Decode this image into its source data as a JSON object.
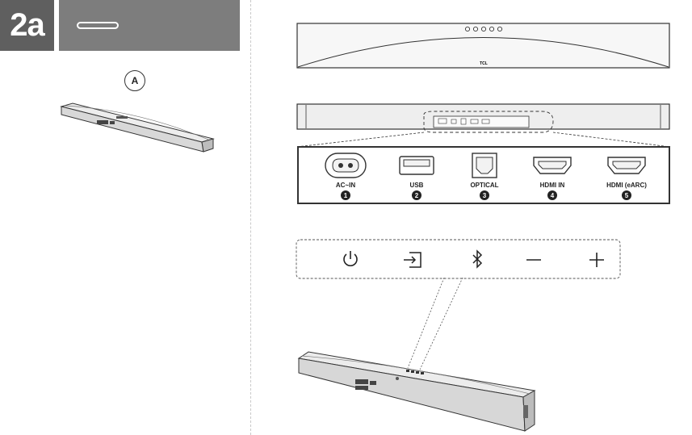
{
  "header": {
    "step": "2a"
  },
  "callout": {
    "label": "A"
  },
  "soundbar": {
    "brand": "TCL"
  },
  "ports": [
    {
      "label": "AC~IN",
      "number": "1",
      "icon": "ac-power-port-icon"
    },
    {
      "label": "USB",
      "number": "2",
      "icon": "usb-port-icon"
    },
    {
      "label": "OPTICAL",
      "number": "3",
      "icon": "optical-port-icon"
    },
    {
      "label": "HDMI IN",
      "number": "4",
      "icon": "hdmi-port-icon"
    },
    {
      "label": "HDMI (eARC)",
      "number": "5",
      "icon": "hdmi-port-icon"
    }
  ],
  "buttons": [
    {
      "name": "power-icon"
    },
    {
      "name": "source-input-icon"
    },
    {
      "name": "bluetooth-icon"
    },
    {
      "name": "volume-down-icon"
    },
    {
      "name": "volume-up-icon"
    }
  ],
  "colors": {
    "header_dark": "#5f5f5f",
    "header_light": "#7d7d7d",
    "line": "#333333"
  }
}
